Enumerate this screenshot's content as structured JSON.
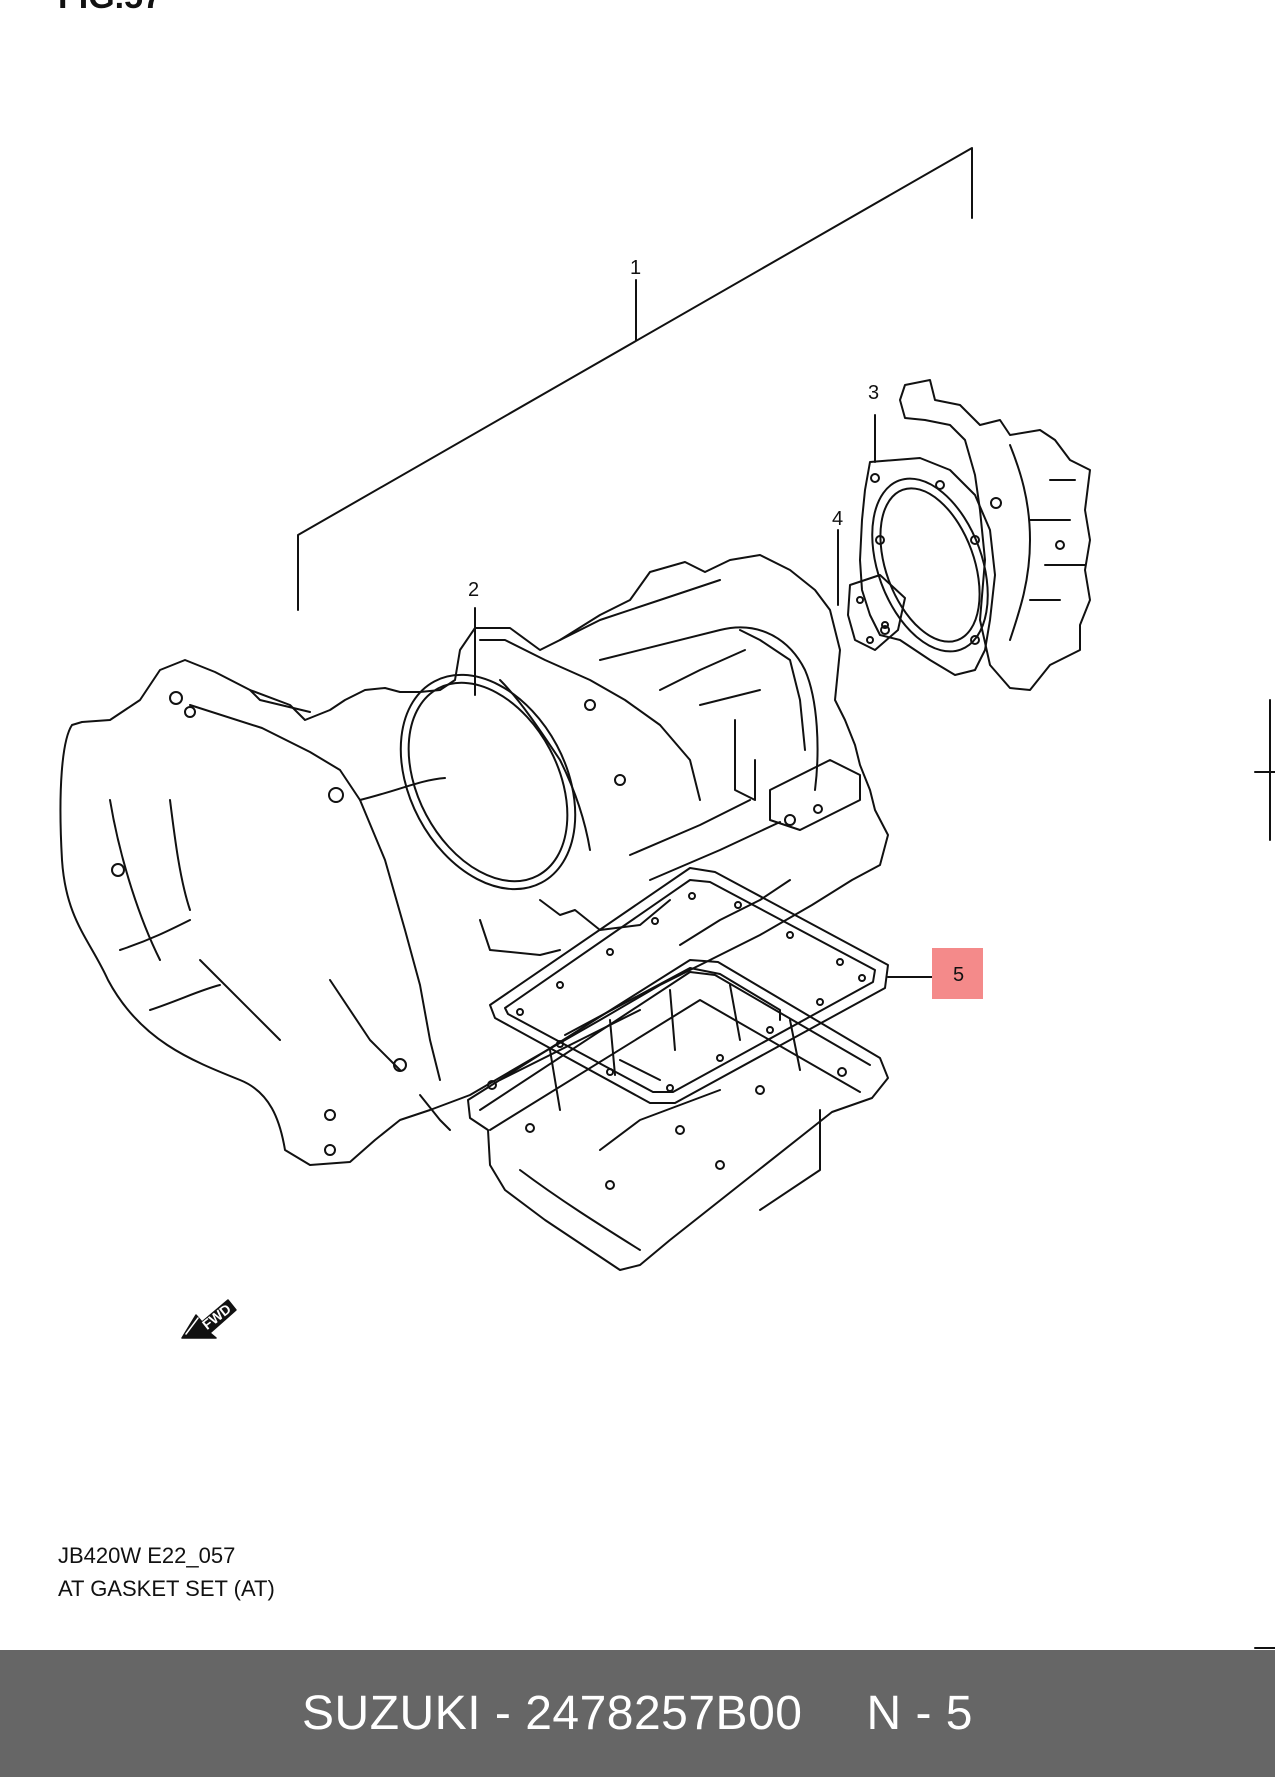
{
  "figure": {
    "title": "FIG.57"
  },
  "callouts": [
    "1",
    "2",
    "3",
    "4",
    "5"
  ],
  "highlighted_callout": "5",
  "highlight_color": "#f48a8a",
  "fwd_label": "FWD",
  "caption": {
    "code": "JB420W E22_057",
    "title": "AT GASKET SET (AT)"
  },
  "footer": {
    "brand": "SUZUKI",
    "separator": " - ",
    "part_number": "2478257B00",
    "item": "N - 5",
    "background": "#666666"
  }
}
